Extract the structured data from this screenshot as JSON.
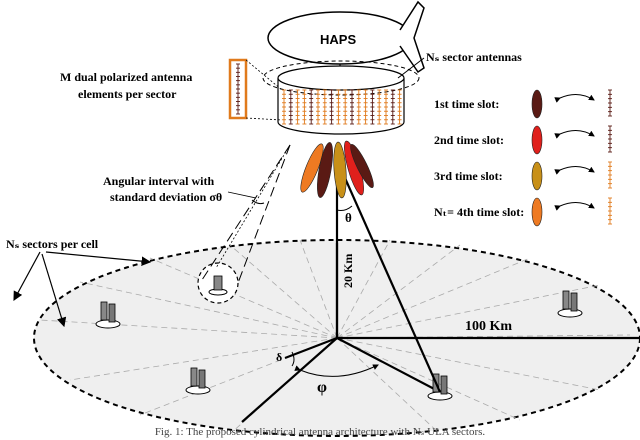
{
  "diagram": {
    "haps_label": "HAPS",
    "sector_antennas_label": "Nₛ sector antennas",
    "dual_pol_label_line1": "M dual polarized antenna",
    "dual_pol_label_line2": "elements per sector",
    "angular_label_line1": "Angular interval with",
    "angular_label_line2": "standard deviation σθ",
    "sectors_per_cell_label": "Nₛ sectors per cell",
    "time_slots": [
      {
        "label": "1st time slot:",
        "color": "#5a1a14"
      },
      {
        "label": "2nd time slot:",
        "color": "#e0201c"
      },
      {
        "label": "3rd time slot:",
        "color": "#c89018"
      },
      {
        "label": "Nₜ= 4th time slot:",
        "color": "#ee7a22"
      }
    ],
    "theta_label": "θ",
    "height_label": "20 Km",
    "radius_label": "100 Km",
    "delta_label": "δ",
    "phi_label": "φ",
    "element_color": "#e07a1c"
  },
  "caption": "Fig. 1: The proposed cylindrical antenna architecture with Nₛ ULA sectors."
}
